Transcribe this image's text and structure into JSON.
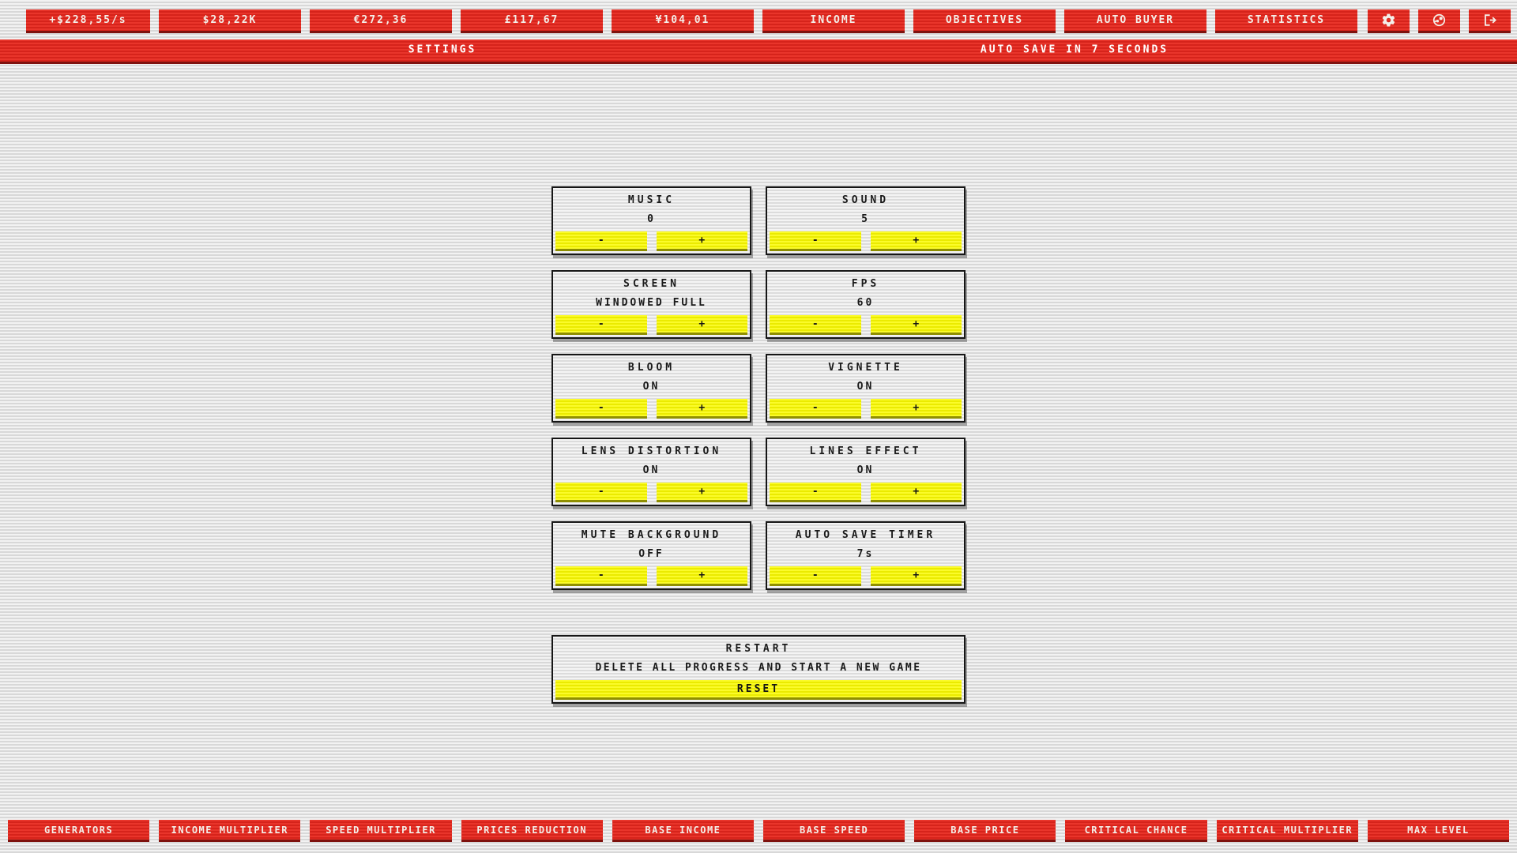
{
  "colors": {
    "red": "#d6231b",
    "red_stripe": "#e9352b",
    "red_shadow": "#7e120e",
    "yellow": "#ebeb00",
    "yellow_shadow": "#8f8f00",
    "text_on_red": "#f4efe9",
    "panel_border": "#161616"
  },
  "top_bar": {
    "currency_displays": [
      {
        "label": "+$228,55/s"
      },
      {
        "label": "$28,22K"
      },
      {
        "label": "€272,36"
      },
      {
        "label": "£117,67"
      },
      {
        "label": "¥104,01"
      }
    ],
    "nav_buttons": [
      {
        "label": "INCOME"
      },
      {
        "label": "OBJECTIVES"
      },
      {
        "label": "AUTO BUYER"
      },
      {
        "label": "STATISTICS"
      }
    ],
    "icon_buttons": [
      {
        "icon": "gear-icon"
      },
      {
        "icon": "steam-icon"
      },
      {
        "icon": "exit-icon"
      }
    ]
  },
  "header": {
    "title": "SETTINGS",
    "autosave_status": "AUTO SAVE IN 7 SECONDS"
  },
  "settings": {
    "panels": [
      {
        "title": "MUSIC",
        "value": "0"
      },
      {
        "title": "SOUND",
        "value": "5"
      },
      {
        "title": "SCREEN",
        "value": "WINDOWED FULL"
      },
      {
        "title": "FPS",
        "value": "60"
      },
      {
        "title": "BLOOM",
        "value": "ON"
      },
      {
        "title": "VIGNETTE",
        "value": "ON"
      },
      {
        "title": "LENS DISTORTION",
        "value": "ON"
      },
      {
        "title": "LINES EFFECT",
        "value": "ON"
      },
      {
        "title": "MUTE BACKGROUND",
        "value": "OFF"
      },
      {
        "title": "AUTO SAVE TIMER",
        "value": "7s"
      }
    ],
    "stepper": {
      "minus": "-",
      "plus": "+"
    }
  },
  "restart": {
    "title": "RESTART",
    "description": "DELETE ALL PROGRESS AND START A NEW GAME",
    "button": "RESET"
  },
  "bottom_bar": {
    "buttons": [
      {
        "label": "GENERATORS"
      },
      {
        "label": "INCOME MULTIPLIER"
      },
      {
        "label": "SPEED MULTIPLIER"
      },
      {
        "label": "PRICES REDUCTION"
      },
      {
        "label": "BASE INCOME"
      },
      {
        "label": "BASE SPEED"
      },
      {
        "label": "BASE PRICE"
      },
      {
        "label": "CRITICAL CHANCE"
      },
      {
        "label": "CRITICAL MULTIPLIER"
      },
      {
        "label": "MAX LEVEL"
      }
    ]
  }
}
